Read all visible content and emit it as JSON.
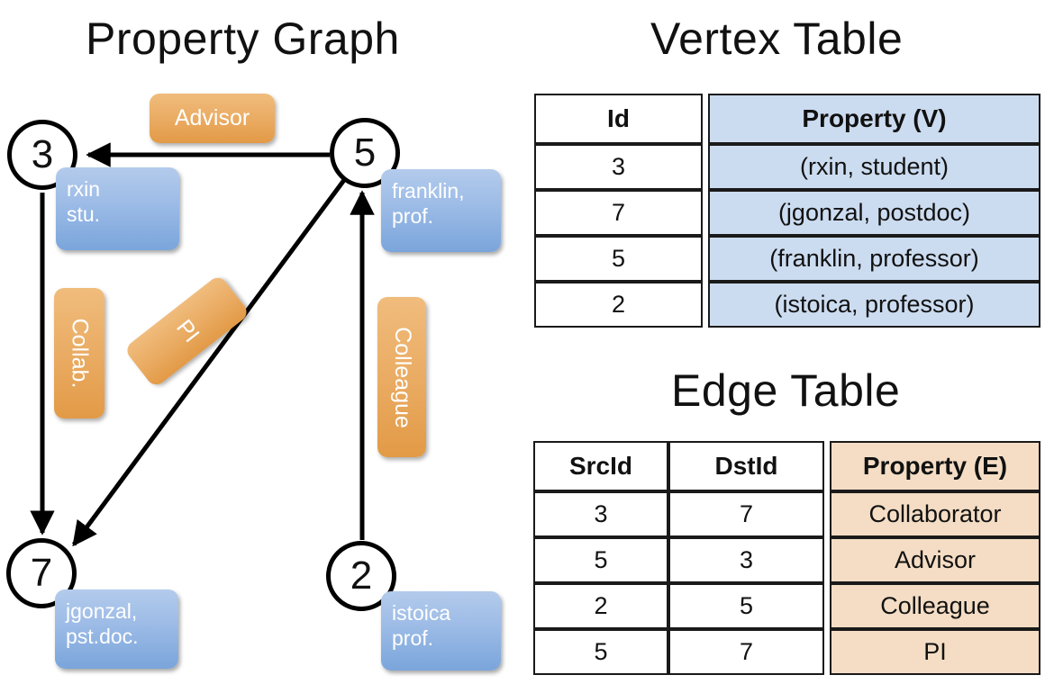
{
  "titles": {
    "graph": "Property Graph",
    "vertex_table": "Vertex Table",
    "edge_table": "Edge Table"
  },
  "colors": {
    "vertex_property_fill": "#ccdcf0",
    "edge_property_fill": "#f4ddc4",
    "vertex_box_fill": "#9cbbe6",
    "edge_label_fill": "#eaac64",
    "stroke": "#000000",
    "background": "#ffffff"
  },
  "graph": {
    "nodes": [
      {
        "id": "3",
        "property_label": "rxin\nstu.",
        "line1": "rxin",
        "line2": "stu."
      },
      {
        "id": "5",
        "property_label": "franklin, prof.",
        "line1": "franklin,",
        "line2": "prof."
      },
      {
        "id": "7",
        "property_label": "jgonzal, pst.doc.",
        "line1": "jgonzal,",
        "line2": "pst.doc."
      },
      {
        "id": "2",
        "property_label": "istoica prof.",
        "line1": "istoica",
        "line2": "prof."
      }
    ],
    "edge_labels": [
      {
        "name": "advisor-label",
        "text": "Advisor",
        "orientation": "horizontal"
      },
      {
        "name": "collab-label",
        "text": "Collab.",
        "orientation": "vertical"
      },
      {
        "name": "pi-label",
        "text": "PI",
        "orientation": "rotated"
      },
      {
        "name": "colleague-label",
        "text": "Colleague",
        "orientation": "vertical"
      }
    ],
    "edges": [
      {
        "from": "5",
        "to": "3",
        "label": "Advisor"
      },
      {
        "from": "3",
        "to": "7",
        "label": "Collab."
      },
      {
        "from": "5",
        "to": "7",
        "label": "PI"
      },
      {
        "from": "2",
        "to": "5",
        "label": "Colleague"
      }
    ]
  },
  "vertex_table": {
    "headers": [
      "Id",
      "Property (V)"
    ],
    "rows": [
      {
        "id": "3",
        "property": "(rxin, student)"
      },
      {
        "id": "7",
        "property": "(jgonzal, postdoc)"
      },
      {
        "id": "5",
        "property": "(franklin, professor)"
      },
      {
        "id": "2",
        "property": "(istoica, professor)"
      }
    ]
  },
  "edge_table": {
    "headers": [
      "SrcId",
      "DstId",
      "Property (E)"
    ],
    "rows": [
      {
        "src": "3",
        "dst": "7",
        "property": "Collaborator"
      },
      {
        "src": "5",
        "dst": "3",
        "property": "Advisor"
      },
      {
        "src": "2",
        "dst": "5",
        "property": "Colleague"
      },
      {
        "src": "5",
        "dst": "7",
        "property": "PI"
      }
    ]
  }
}
